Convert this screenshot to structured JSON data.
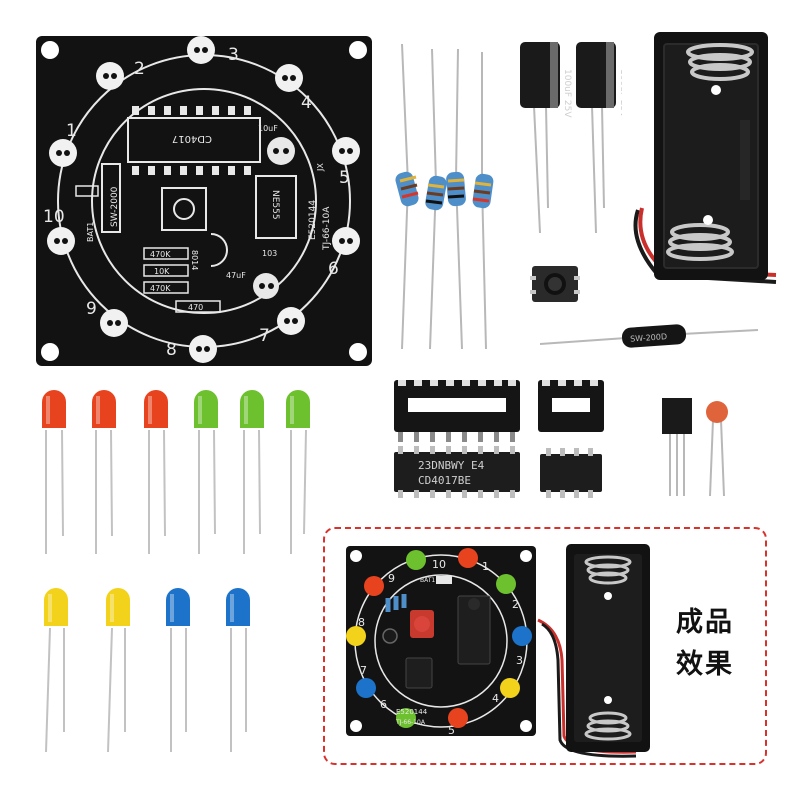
{
  "pcb": {
    "numbers": [
      "1",
      "2",
      "3",
      "4",
      "5",
      "6",
      "7",
      "8",
      "9",
      "10"
    ],
    "labels": {
      "ic1": "CD4017",
      "ic2": "NE555",
      "switch": "SW-2000",
      "bat": "BAT1",
      "code": "E520144",
      "date": "TJ-66-10A",
      "jx": "JX",
      "r1": "470K",
      "r2": "10K",
      "r3": "470K",
      "r4": "470",
      "cap1": "10uF",
      "cap2": "47uF",
      "tr": "8014",
      "c103": "103"
    }
  },
  "components": {
    "cap_label": "100uF 25V",
    "switch_label": "SW-200D",
    "ic1_top": "23DNBWY E4",
    "ic1_bottom": "CD4017BE"
  },
  "finished": {
    "numbers": [
      "10",
      "1",
      "9",
      "2",
      "8",
      "3",
      "7",
      "4",
      "6",
      "5"
    ],
    "bat": "BAT1",
    "code": "E520144",
    "date": "TJ-66-10A"
  },
  "caption": {
    "line1": "成品",
    "line2": "效果"
  },
  "colors": {
    "frame": "#d9312b",
    "led_red": "#e8431f",
    "led_green": "#6dc02e",
    "led_yellow": "#f2d21b",
    "led_blue": "#1d73c9"
  }
}
